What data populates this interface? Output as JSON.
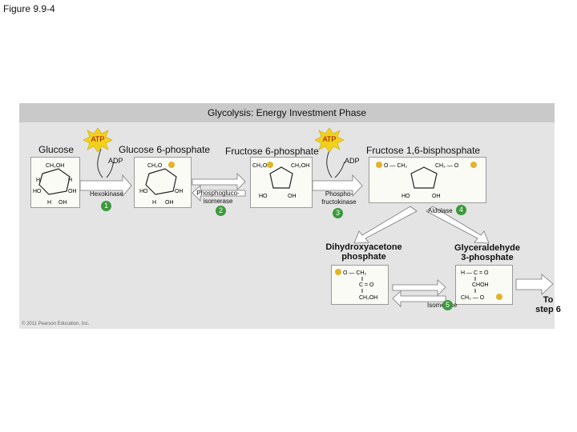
{
  "figure_label": "Figure 9.9-4",
  "header": "Glycolysis: Energy Investment Phase",
  "molecules": {
    "glucose": "Glucose",
    "glucose_6_phosphate": "Glucose 6-phosphate",
    "fructose_6_phosphate": "Fructose 6-phosphate",
    "fructose_1_6_bisphosphate": "Fructose 1,6-bisphosphate",
    "dihydroxyacetone_phosphate": "Dihydroxyacetone\nphosphate",
    "glyceraldehyde_3_phosphate": "Glyceraldehyde\n3-phosphate"
  },
  "cofactors": {
    "atp": "ATP",
    "adp": "ADP"
  },
  "enzymes": {
    "hexokinase": "Hexokinase",
    "phosphoglucoisomerase": "Phosphogluco-\nisomerase",
    "phosphofructokinase": "Phospho-\nfructokinase",
    "aldolase": "Aldolase",
    "isomerase": "Isomerase"
  },
  "steps": [
    "1",
    "2",
    "3",
    "4",
    "5"
  ],
  "to_step": "To\nstep 6",
  "copyright": "© 2011 Pearson Education, Inc.",
  "colors": {
    "atp_star": "#f2d11c",
    "step_circle": "#3a9a3a",
    "phosphate": "#e3b428",
    "arrow": "#ffffff"
  }
}
